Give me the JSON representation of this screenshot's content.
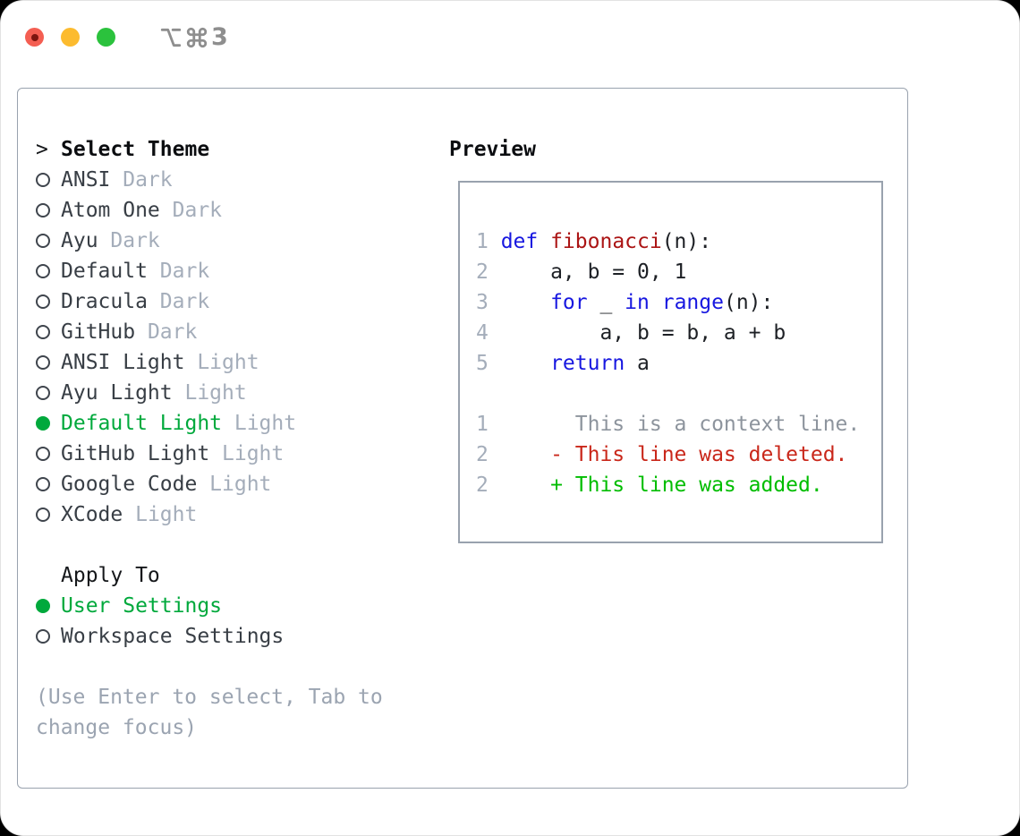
{
  "window": {
    "shortcut": {
      "icons": [
        "option-icon",
        "command-icon"
      ],
      "number": "3"
    }
  },
  "theme_select": {
    "prompt": ">",
    "title": "Select Theme",
    "items": [
      {
        "name": "ANSI",
        "tag": "Dark",
        "selected": false
      },
      {
        "name": "Atom One",
        "tag": "Dark",
        "selected": false
      },
      {
        "name": "Ayu",
        "tag": "Dark",
        "selected": false
      },
      {
        "name": "Default",
        "tag": "Dark",
        "selected": false
      },
      {
        "name": "Dracula",
        "tag": "Dark",
        "selected": false
      },
      {
        "name": "GitHub",
        "tag": "Dark",
        "selected": false
      },
      {
        "name": "ANSI Light",
        "tag": "Light",
        "selected": false
      },
      {
        "name": "Ayu Light",
        "tag": "Light",
        "selected": false
      },
      {
        "name": "Default Light",
        "tag": "Light",
        "selected": true
      },
      {
        "name": "GitHub Light",
        "tag": "Light",
        "selected": false
      },
      {
        "name": "Google Code",
        "tag": "Light",
        "selected": false
      },
      {
        "name": "XCode",
        "tag": "Light",
        "selected": false
      }
    ]
  },
  "apply_to": {
    "title": "Apply To",
    "options": [
      {
        "label": "User Settings",
        "selected": true
      },
      {
        "label": "Workspace Settings",
        "selected": false
      }
    ]
  },
  "hint": "(Use Enter to select, Tab to change focus)",
  "preview": {
    "title": "Preview",
    "code_lines": [
      {
        "num": "1",
        "tokens": [
          {
            "text": "def ",
            "style": "kw"
          },
          {
            "text": "fibonacci",
            "style": "fn"
          },
          {
            "text": "(n):",
            "style": "pl"
          }
        ]
      },
      {
        "num": "2",
        "tokens": [
          {
            "text": "    a, b = 0, 1",
            "style": "pl"
          }
        ]
      },
      {
        "num": "3",
        "tokens": [
          {
            "text": "    ",
            "style": "pl"
          },
          {
            "text": "for",
            "style": "kw"
          },
          {
            "text": " _ ",
            "style": "pl"
          },
          {
            "text": "in",
            "style": "kw"
          },
          {
            "text": " ",
            "style": "pl"
          },
          {
            "text": "range",
            "style": "kw"
          },
          {
            "text": "(n):",
            "style": "pl"
          }
        ]
      },
      {
        "num": "4",
        "tokens": [
          {
            "text": "        a, b = b, a + b",
            "style": "pl"
          }
        ]
      },
      {
        "num": "5",
        "tokens": [
          {
            "text": "    ",
            "style": "pl"
          },
          {
            "text": "return",
            "style": "kw"
          },
          {
            "text": " a",
            "style": "pl"
          }
        ]
      }
    ],
    "diff_lines": [
      {
        "num": "1",
        "text": "      This is a context line.",
        "kind": "context"
      },
      {
        "num": "2",
        "text": "    - This line was deleted.",
        "kind": "deleted"
      },
      {
        "num": "2",
        "text": "    + This line was added.",
        "kind": "added"
      }
    ]
  },
  "colors": {
    "border_gray": "#99a2ae",
    "name_text": "#383e45",
    "muted_gray": "#a4adba",
    "hint_gray": "#9ba4b1",
    "context_gray": "#8d949d",
    "keyword_blue": "#1717e0",
    "function_red": "#ab1414",
    "code_plain": "#1d2025",
    "diff_red": "#c9271a",
    "diff_green": "#00bd00",
    "ui_green": "#00a93c",
    "traffic_red": "#f45e52",
    "traffic_yellow": "#fcbb2f",
    "traffic_green": "#2bc23d",
    "shortcut_gray": "#8e8e8e"
  }
}
